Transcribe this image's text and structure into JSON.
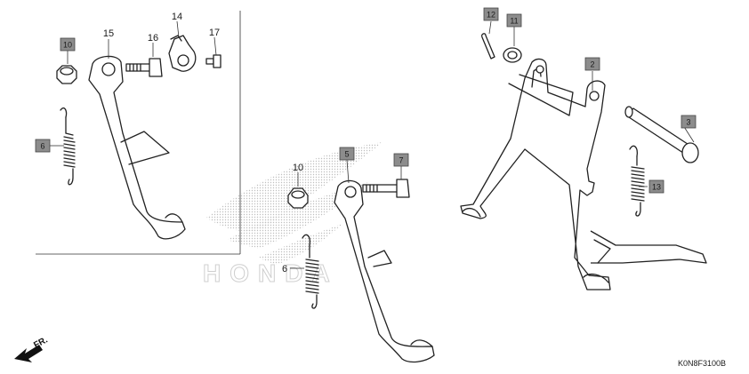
{
  "diagram": {
    "drawing_code": "K0N8F3100B",
    "direction_label": "FR.",
    "watermark_text": "HONDA",
    "callouts": {
      "c10a": "10",
      "c6a": "6",
      "c15": "15",
      "c16": "16",
      "c14": "14",
      "c17": "17",
      "c10b": "10",
      "c5": "5",
      "c7": "7",
      "c6b": "6",
      "c12": "12",
      "c11": "11",
      "c2": "2",
      "c3": "3",
      "c13": "13"
    }
  },
  "colors": {
    "label_box": "#8c8c8c",
    "line": "#222222",
    "watermark": "#d6d6d6"
  }
}
